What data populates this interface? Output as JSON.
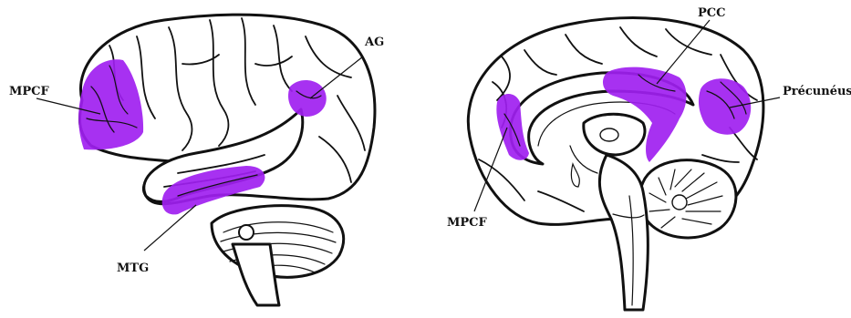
{
  "colors": {
    "highlight": "#a020f0",
    "outline": "#111111",
    "background": "#ffffff"
  },
  "lateral_view": {
    "labels": {
      "mpcf": "MPCF",
      "ag": "AG",
      "mtg": "MTG"
    }
  },
  "medial_view": {
    "labels": {
      "pcc": "PCC",
      "precuneus": "Précunéus",
      "mpcf": "MPCF"
    }
  }
}
